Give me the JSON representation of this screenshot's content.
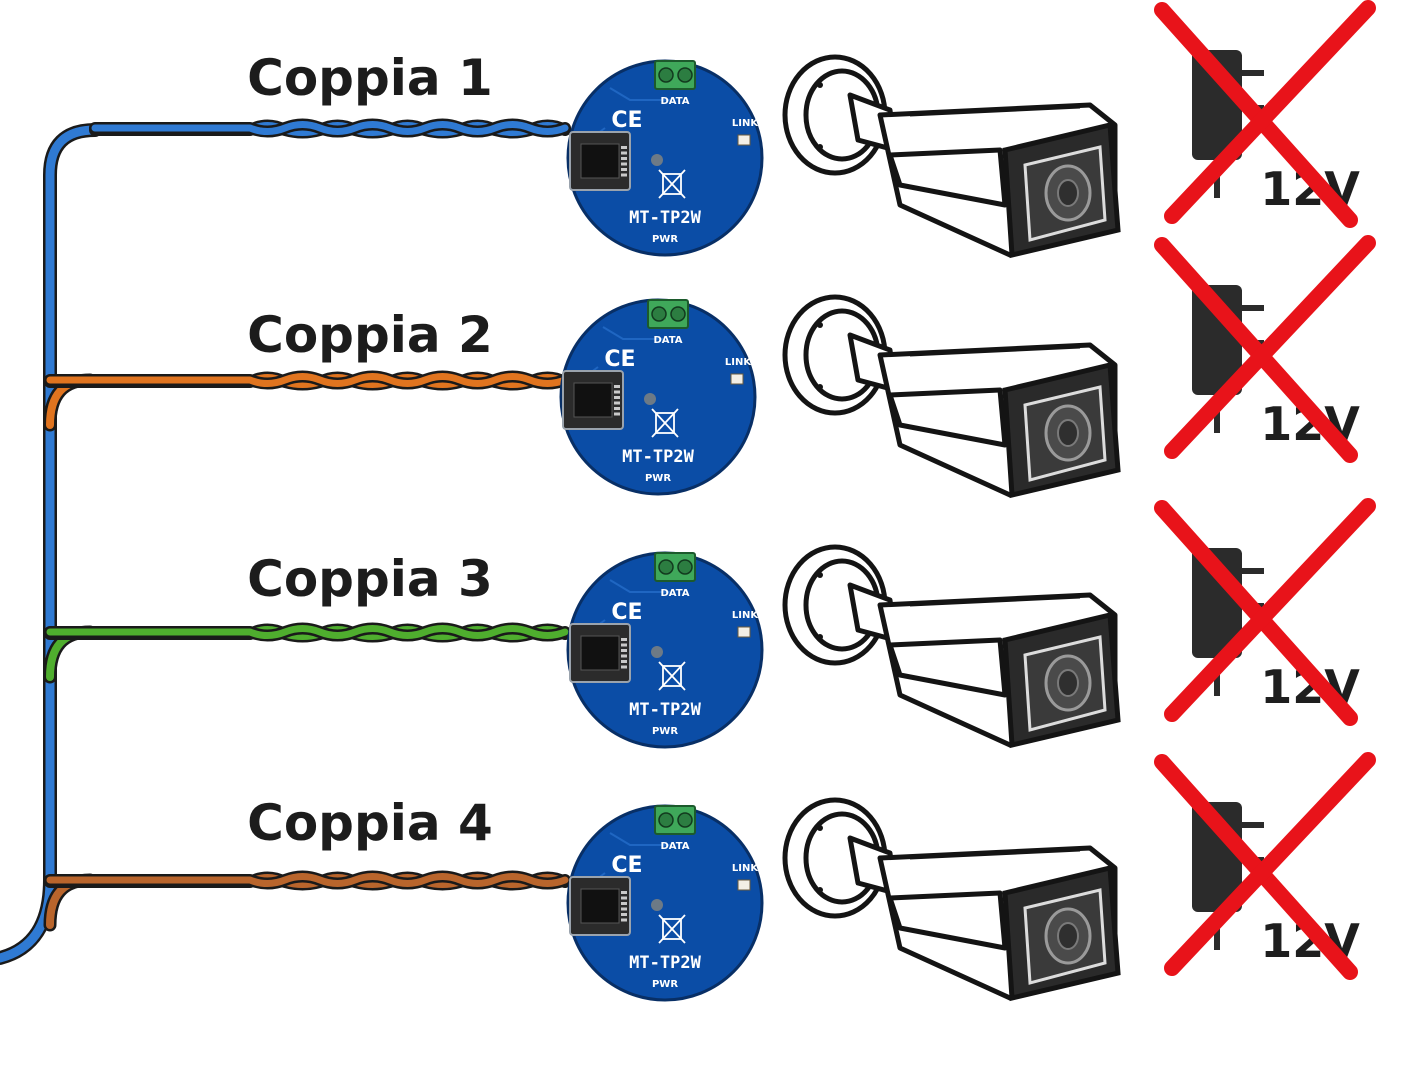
{
  "colors": {
    "trunk": "#2f7ad3",
    "board": "#0b4da6",
    "cross": "#e8131a",
    "outline": "#1a1a1a"
  },
  "rows": [
    {
      "pair_label": "Coppia 1",
      "wire_color": "#2f7ad3",
      "board": {
        "model": "MT-TP2W",
        "data": "DATA",
        "link": "LINK",
        "pwr": "PWR",
        "ce": "CE"
      },
      "camera_icon": "bullet-camera-icon",
      "psu": {
        "voltage": "12V",
        "status_icon": "red-cross-icon"
      }
    },
    {
      "pair_label": "Coppia 2",
      "wire_color": "#e0741f",
      "board": {
        "model": "MT-TP2W",
        "data": "DATA",
        "link": "LINK",
        "pwr": "PWR",
        "ce": "CE"
      },
      "camera_icon": "bullet-camera-icon",
      "psu": {
        "voltage": "12V",
        "status_icon": "red-cross-icon"
      }
    },
    {
      "pair_label": "Coppia 3",
      "wire_color": "#4fae2e",
      "board": {
        "model": "MT-TP2W",
        "data": "DATA",
        "link": "LINK",
        "pwr": "PWR",
        "ce": "CE"
      },
      "camera_icon": "bullet-camera-icon",
      "psu": {
        "voltage": "12V",
        "status_icon": "red-cross-icon"
      }
    },
    {
      "pair_label": "Coppia 4",
      "wire_color": "#b9652c",
      "board": {
        "model": "MT-TP2W",
        "data": "DATA",
        "link": "LINK",
        "pwr": "PWR",
        "ce": "CE"
      },
      "camera_icon": "bullet-camera-icon",
      "psu": {
        "voltage": "12V",
        "status_icon": "red-cross-icon"
      }
    }
  ]
}
